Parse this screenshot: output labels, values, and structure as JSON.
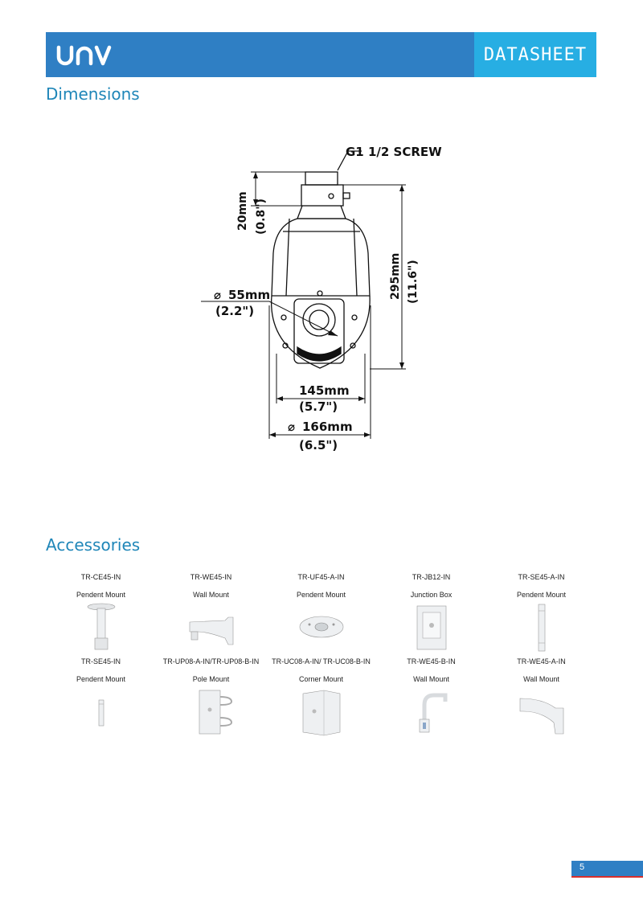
{
  "header": {
    "brand": "UNV",
    "tag": "DATASHEET",
    "colors": {
      "bar": "#2f7fc4",
      "tag": "#27aee3"
    }
  },
  "sections": {
    "dimensions": "Dimensions",
    "accessories": "Accessories"
  },
  "drawing": {
    "screw": "G1 1/2 SCREW",
    "top_height": "20mm",
    "top_height_in": "(0.8\")",
    "height": "295mm",
    "height_in": "(11.6\")",
    "lens": "55mm",
    "lens_in": "(2.2\")",
    "width": "145mm",
    "width_in": "(5.7\")",
    "diameter": "166mm",
    "diameter_in": "(6.5\")"
  },
  "accessories": [
    [
      {
        "code": "TR-CE45-IN",
        "type": "Pendent Mount",
        "icon": "pendent-mount-icon"
      },
      {
        "code": "TR-WE45-IN",
        "type": "Wall Mount",
        "icon": "wall-mount-icon"
      },
      {
        "code": "TR-UF45-A-IN",
        "type": "Pendent Mount",
        "icon": "ceiling-plate-icon"
      },
      {
        "code": "TR-JB12-IN",
        "type": "Junction Box",
        "icon": "junction-box-icon"
      },
      {
        "code": "TR-SE45-A-IN",
        "type": "Pendent Mount",
        "icon": "extension-pole-icon"
      }
    ],
    [
      {
        "code": "TR-SE45-IN",
        "type": "Pendent Mount",
        "icon": "short-pole-icon"
      },
      {
        "code": "TR-UP08-A-IN/TR-UP08-B-IN",
        "type": "Pole Mount",
        "icon": "pole-mount-icon"
      },
      {
        "code": "TR-UC08-A-IN/ TR-UC08-B-IN",
        "type": "Corner Mount",
        "icon": "corner-mount-icon"
      },
      {
        "code": "TR-WE45-B-IN",
        "type": "Wall Mount",
        "icon": "gooseneck-mount-icon"
      },
      {
        "code": "TR-WE45-A-IN",
        "type": "Wall Mount",
        "icon": "wall-arm-icon"
      }
    ]
  ],
  "footer": {
    "page": "5"
  }
}
